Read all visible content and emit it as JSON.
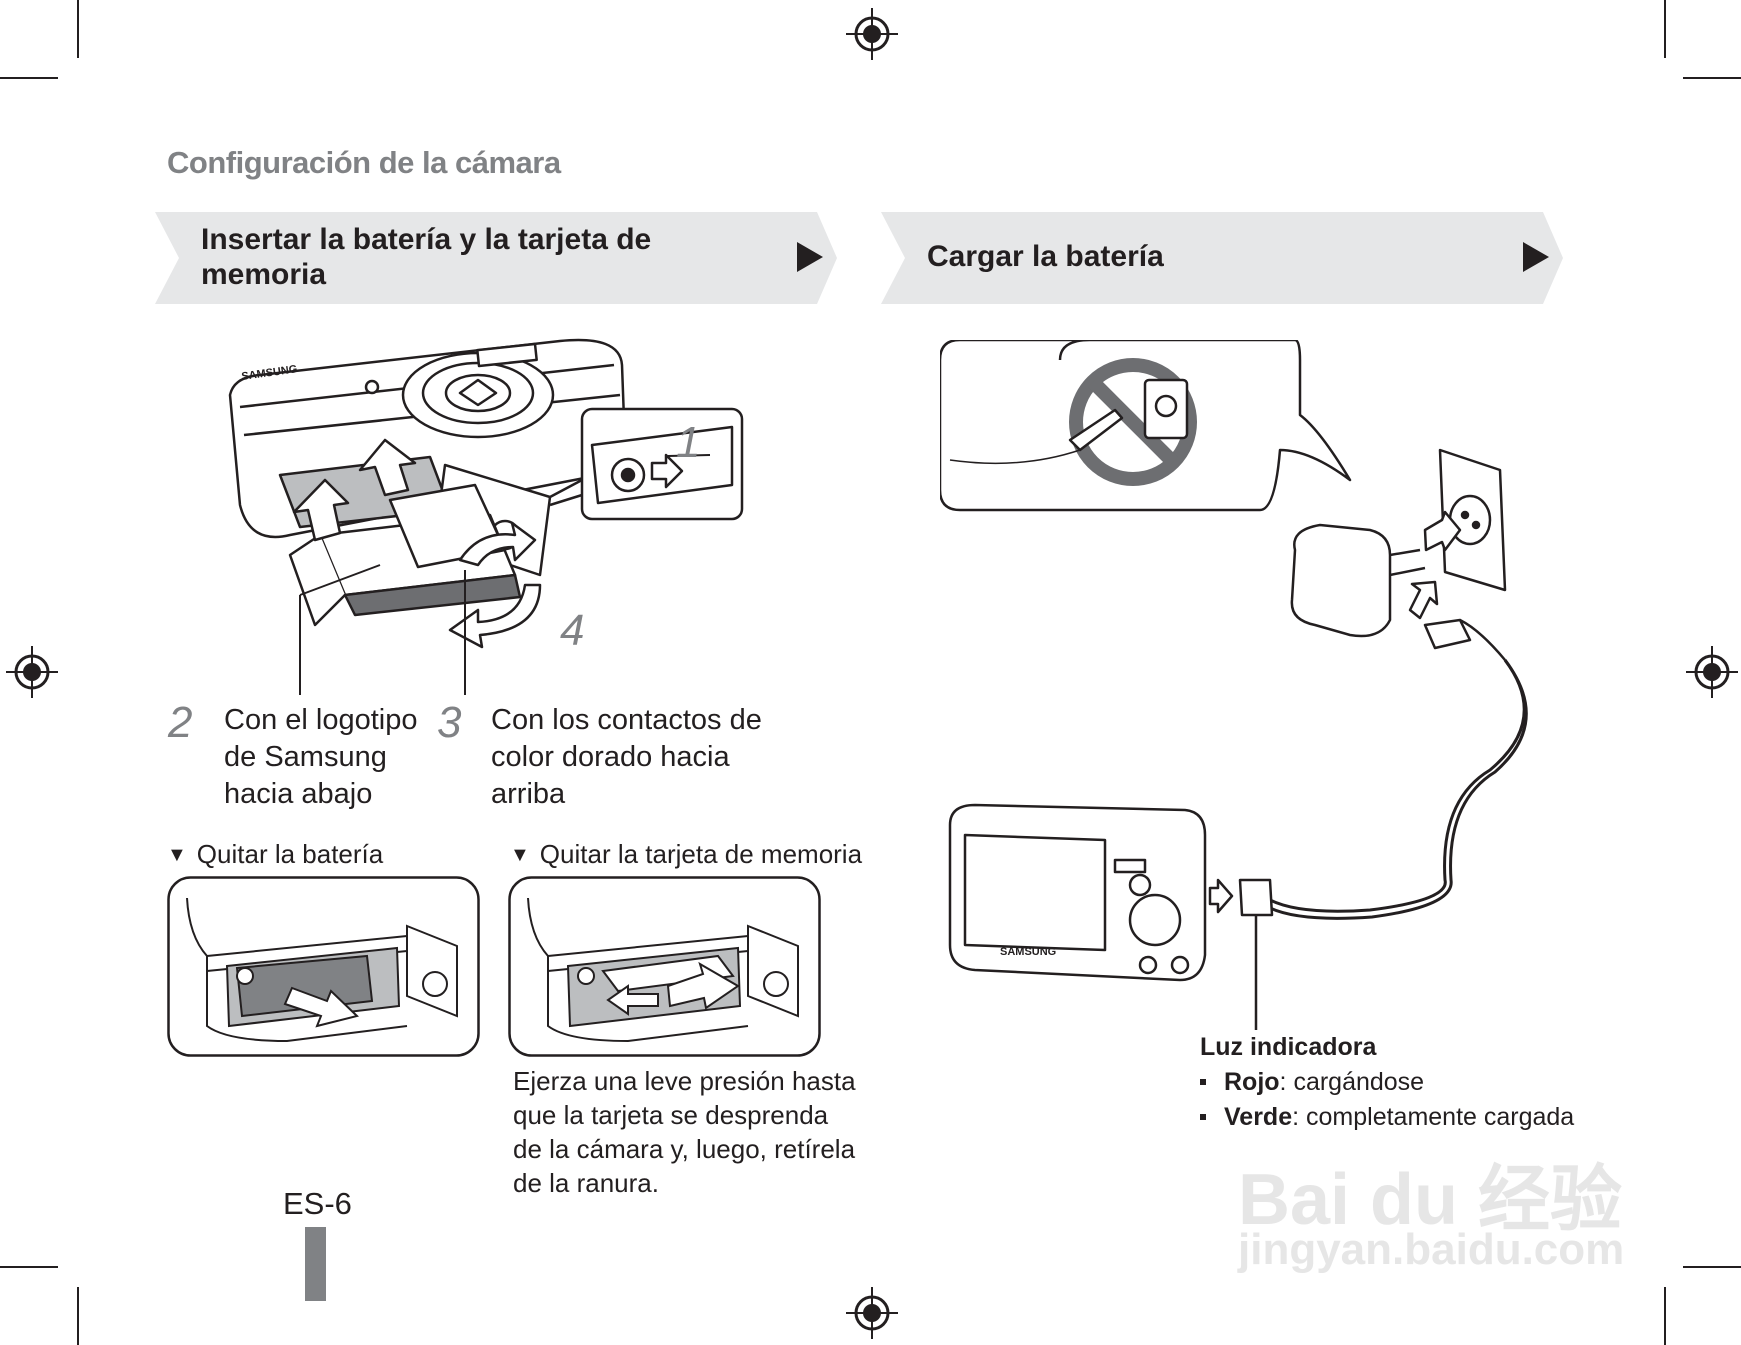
{
  "header": {
    "section_title": "Configuración de la cámara"
  },
  "left_banner": {
    "line1": "Insertar la batería y la tarjeta de",
    "line2": "memoria"
  },
  "right_banner": {
    "title": "Cargar la batería"
  },
  "insert_steps": {
    "step1_number": "1",
    "step2_number": "2",
    "step2_line1": "Con el logotipo",
    "step2_line2": "de Samsung",
    "step2_line3": "hacia abajo",
    "step3_number": "3",
    "step3_line1": "Con los contactos de",
    "step3_line2": "color dorado hacia",
    "step3_line3": "arriba",
    "step4_number": "4",
    "camera_brand": "SAMSUNG"
  },
  "remove_battery": {
    "label": "Quitar la batería"
  },
  "remove_card": {
    "label": "Quitar la tarjeta de memoria",
    "line1": "Ejerza una leve presión hasta",
    "line2": "que la tarjeta se desprenda",
    "line3": "de la cámara y, luego, retírela",
    "line4": "de la ranura."
  },
  "charge": {
    "indicator_title": "Luz indicadora",
    "red_label": "Rojo",
    "red_text": ": cargándose",
    "green_label": "Verde",
    "green_text": ": completamente cargada",
    "camera_brand": "SAMSUNG"
  },
  "footer": {
    "page_number": "ES-6"
  },
  "watermark": {
    "logo": "Bai du 经验",
    "url": "jingyan.baidu.com"
  },
  "colors": {
    "gray_text": "#808285",
    "banner_bg": "#e6e7e8",
    "ink": "#231f20"
  }
}
